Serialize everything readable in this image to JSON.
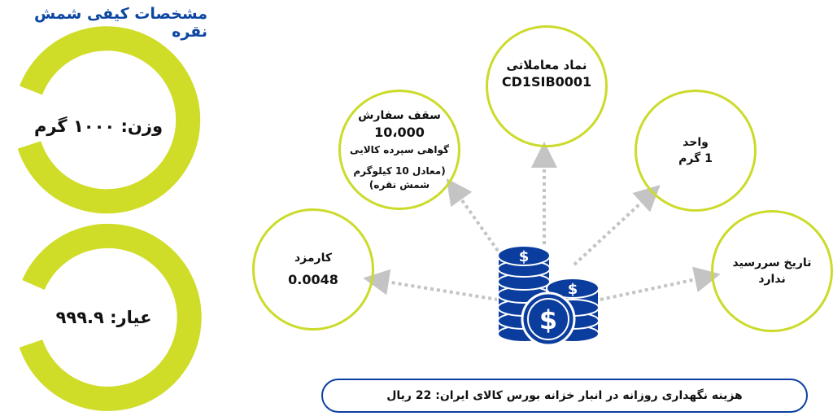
{
  "title": "مشخصات کیفی شمش نقره",
  "specs": [
    {
      "label": "وزن: ۱۰۰۰ گرم"
    },
    {
      "label": "عیار: ۹۹۹.۹"
    }
  ],
  "nodes": {
    "symbol": {
      "label": "نماد معاملاتی",
      "value": "CD1SIB0001"
    },
    "order_cap": {
      "label": "سقف سفارش",
      "value": "10،000",
      "unit": "گواهی سپرده کالایی",
      "note1": "(معادل 10 کیلوگرم",
      "note2": "شمش نقره)"
    },
    "unit": {
      "label": "واحد",
      "value": "1 گرم"
    },
    "fee": {
      "label": "کارمزد",
      "value": "0.0048"
    },
    "expiry": {
      "label": "تاریخ سررسید",
      "value": "ندارد"
    }
  },
  "footer": "هزینه نگهداری روزانه در انبار خزانه بورس کالای ایران: 22 ریال",
  "colors": {
    "accent": "#cbdb2a",
    "brand": "#0d3fa0",
    "arrow": "#c4c4c4"
  }
}
